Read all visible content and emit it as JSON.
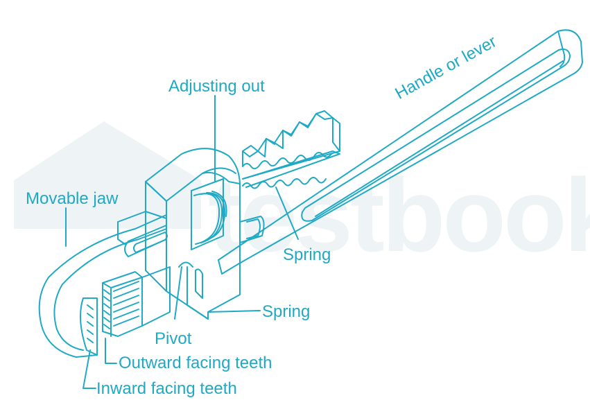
{
  "colors": {
    "line": "#1fa9c4",
    "background": "#ffffff",
    "watermark": "#eef3f5"
  },
  "watermark": "testbook",
  "labels": {
    "adjusting_out": "Adjusting out",
    "handle": "Handle or lever",
    "movable_jaw": "Movable jaw",
    "spring_upper": "Spring",
    "spring_lower": "Spring",
    "pivot": "Pivot",
    "outward_teeth": "Outward facing teeth",
    "inward_teeth": "Inward facing teeth"
  }
}
